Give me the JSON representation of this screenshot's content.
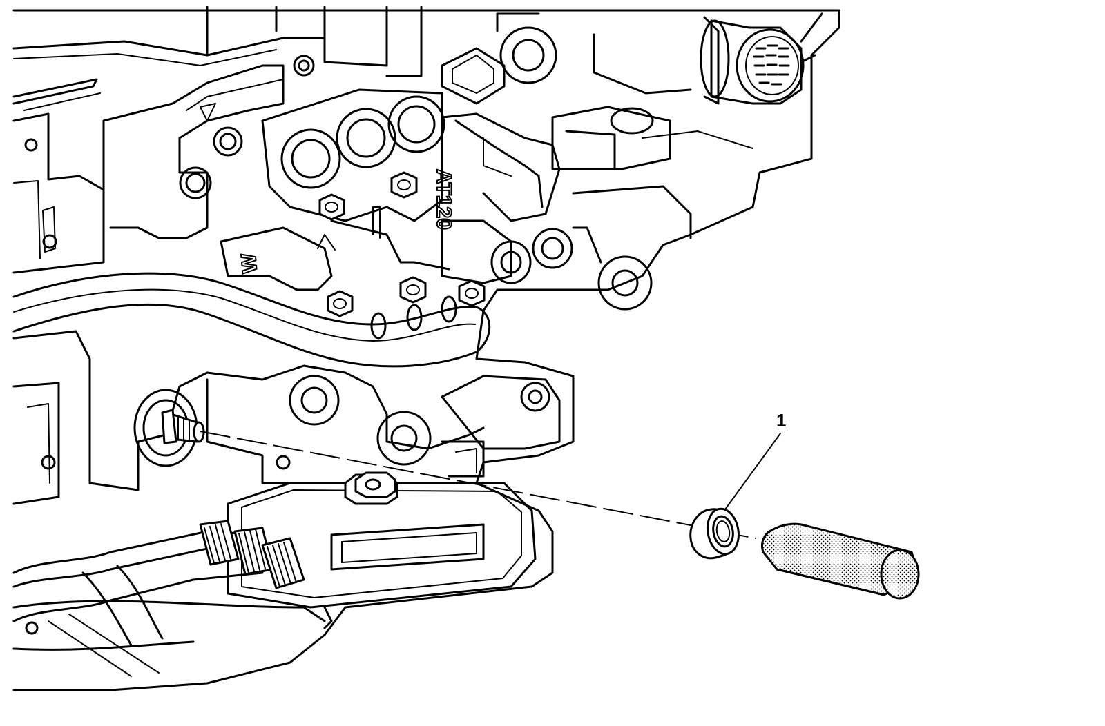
{
  "diagram": {
    "callouts": [
      {
        "number": "1"
      }
    ],
    "casting_markings": [
      "W",
      "AT120"
    ]
  }
}
